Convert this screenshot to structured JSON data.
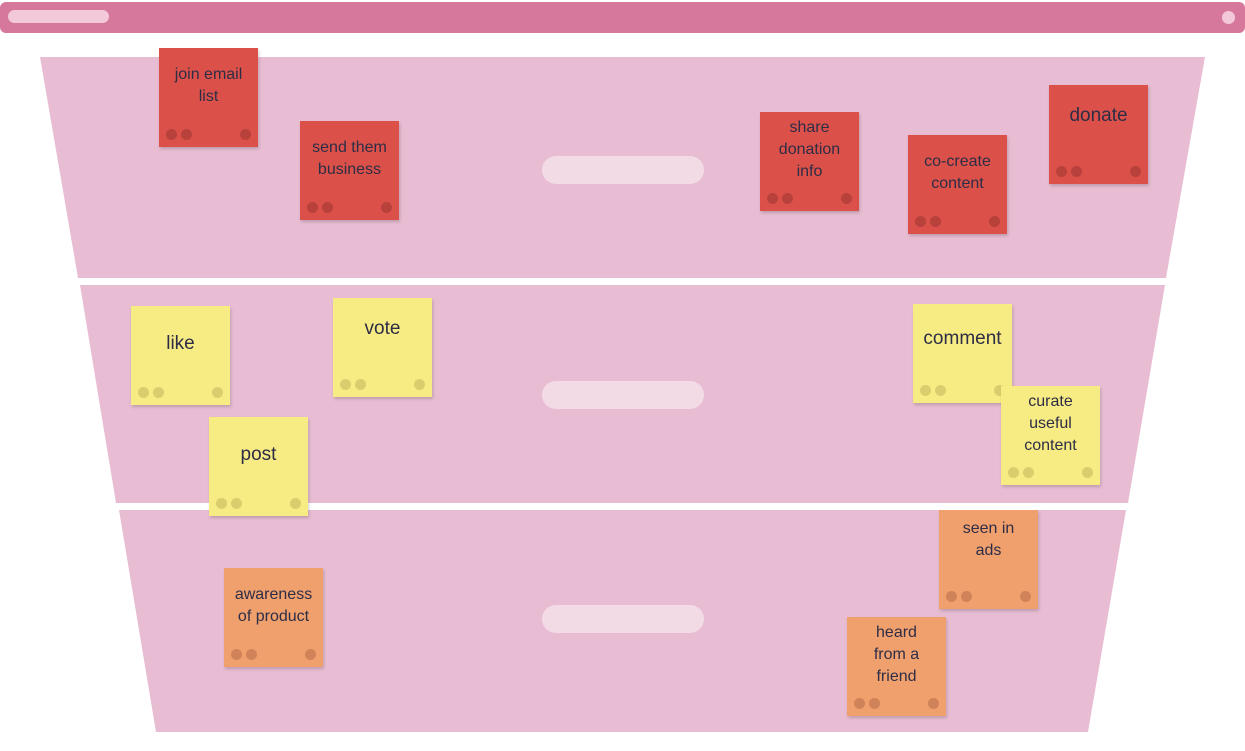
{
  "colors": {
    "window_bar": "#d6789c",
    "funnel_band": "#e8bdd3",
    "stage_label": "#f3dbe6",
    "note_red": "#db514a",
    "note_yellow": "#f7eb83",
    "note_orange": "#f0a06d"
  },
  "funnel": {
    "stages": [
      {
        "color": "red",
        "notes": [
          {
            "text": "join email\nlist"
          },
          {
            "text": "send them\nbusiness"
          },
          {
            "text": "share\ndonation\ninfo"
          },
          {
            "text": "co-create\ncontent"
          },
          {
            "text": "donate"
          }
        ]
      },
      {
        "color": "yellow",
        "notes": [
          {
            "text": "like"
          },
          {
            "text": "vote"
          },
          {
            "text": "post"
          },
          {
            "text": "comment"
          },
          {
            "text": "curate\nuseful\ncontent"
          }
        ]
      },
      {
        "color": "orange",
        "notes": [
          {
            "text": "awareness\nof product"
          },
          {
            "text": "seen in\nads"
          },
          {
            "text": "heard\nfrom a\nfriend"
          }
        ]
      }
    ]
  }
}
